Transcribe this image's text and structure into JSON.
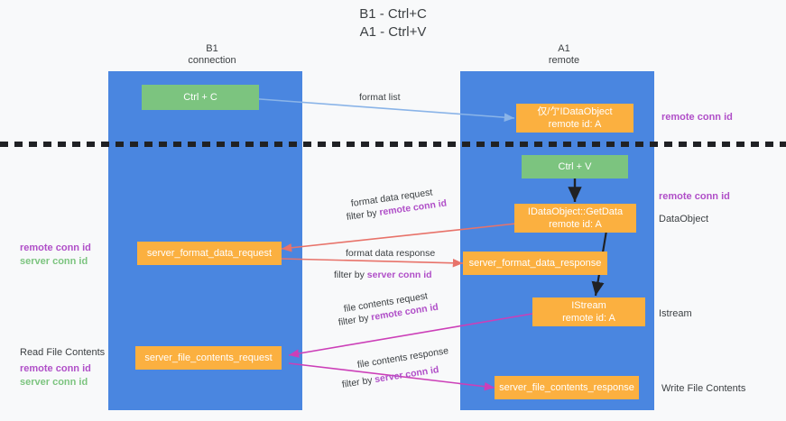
{
  "title": {
    "line1": "B1 - Ctrl+C",
    "line2": "A1 - Ctrl+V"
  },
  "columns": [
    {
      "name": "B1",
      "sub": "connection"
    },
    {
      "name": "A1",
      "sub": "remote"
    }
  ],
  "nodes": {
    "ctrl_c": {
      "label": "Ctrl + C"
    },
    "idataobject_remote": {
      "line1": "仅/亇IDataObject",
      "line2": "remote id: A"
    },
    "ctrl_v": {
      "label": "Ctrl + V"
    },
    "getdata": {
      "line1": "IDataObject::GetData",
      "line2": "remote id: A"
    },
    "server_format_data_request": {
      "label": "server_format_data_request"
    },
    "server_format_data_response": {
      "label": "server_format_data_response"
    },
    "istream": {
      "line1": "IStream",
      "line2": "remote id: A"
    },
    "server_file_contents_request": {
      "label": "server_file_contents_request"
    },
    "server_file_contents_response": {
      "label": "server_file_contents_response"
    }
  },
  "edges": {
    "format_list": "format list",
    "format_data_request": "format data request",
    "format_data_request_filter_prefix": "filter by ",
    "format_data_request_filter_key": "remote conn id",
    "format_data_response": "format data response",
    "format_data_response_filter_prefix": "filter by ",
    "format_data_response_filter_key": "server conn id",
    "file_contents_request": "file contents request",
    "file_contents_request_filter_prefix": "filter by ",
    "file_contents_request_filter_key": "remote conn id",
    "file_contents_response": "file contents response",
    "file_contents_response_filter_prefix": "filter by ",
    "file_contents_response_filter_key": "server conn id"
  },
  "annotations": {
    "left_mid_remote": "remote conn id",
    "left_mid_server": "server conn id",
    "left_read_file_contents": "Read File Contents",
    "left_bottom_remote": "remote conn id",
    "left_bottom_server": "server conn id",
    "right_top_remote": "remote conn id",
    "right_mid_remote": "remote conn id",
    "right_dataobject": "DataObject",
    "right_istream": "Istream",
    "right_write_file_contents": "Write File Contents"
  },
  "colors": {
    "lane": "#4a86e0",
    "green_node": "#7cc47f",
    "orange_node": "#fbb040",
    "purple_text": "#b04fc8",
    "green_text": "#7cc47f",
    "arrow_blue": "#8ab4e8",
    "arrow_red": "#e8736a",
    "arrow_magenta": "#cc3fb8",
    "arrow_black": "#202124",
    "divider": "#202124",
    "background": "#f8f9fa"
  }
}
